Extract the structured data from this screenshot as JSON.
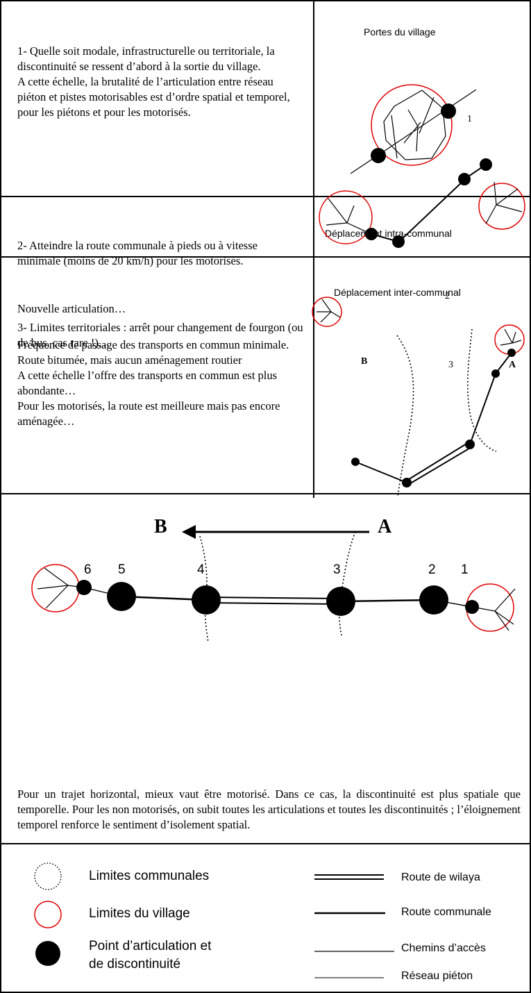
{
  "section1": {
    "text": "1- Quelle soit modale, infrastructurelle ou territoriale, la discontinuité se ressent d’abord à la sortie du village.\nA cette échelle, la brutalité de l’articulation entre réseau piéton et pistes motorisables est d’ordre spatial et temporel, pour les piétons et pour les motorisés.",
    "diagram_title": "Portes du village",
    "label": "1"
  },
  "section2": {
    "text_a": "2- Atteindre la route communale à pieds ou à vitesse  minimale (moins de 20 km/h) pour les motorisés.",
    "text_b": "Nouvelle articulation…",
    "text_c": "Fréquence de passage des transports en commun minimale.\nRoute bitumée, mais aucun aménagement routier",
    "diagram_title": "Déplacement intra-communal",
    "label": "2"
  },
  "section3": {
    "text_a": "3- Limites territoriales : arrêt pour changement de fourgon  (ou de bus, cas rare !)…",
    "text_b": "A cette échelle l’offre des transports en commun est plus abondante…\nPour les motorisés, la route est meilleure mais pas encore aménagée…",
    "diagram_title": "Déplacement   inter-communal",
    "label_b": "B",
    "label_3": "3",
    "label_a": "A"
  },
  "section4": {
    "arrow_from": "A",
    "arrow_to": "B",
    "numbers": [
      "6",
      "5",
      "4",
      "3",
      "2",
      "1"
    ],
    "text": "Pour un trajet horizontal, mieux vaut être motorisé. Dans ce cas, la discontinuité est plus spatiale que temporelle. Pour les non motorisés, on subit toutes les articulations et toutes  les discontinuités ; l’éloignement temporel renforce le sentiment d’isolement spatial."
  },
  "legend": {
    "left": [
      "Limites communales",
      "Limites du village",
      "Point d’articulation et\nde discontinuité"
    ],
    "right": [
      "Route de wilaya",
      "Route communale",
      "Chemins d’accès",
      "Réseau piéton"
    ]
  }
}
